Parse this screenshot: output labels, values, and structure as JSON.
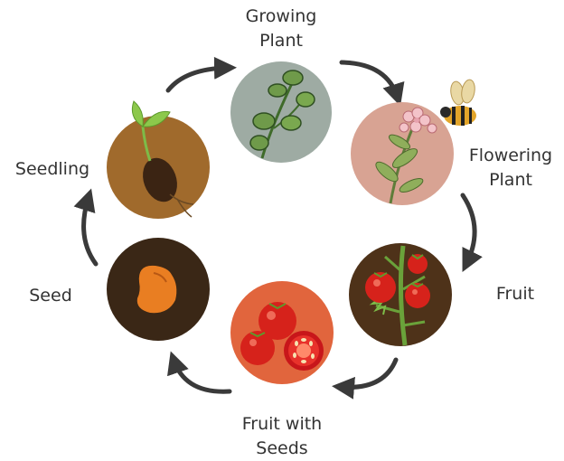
{
  "stages": {
    "growing_plant": {
      "line1": "Growing",
      "line2": "Plant",
      "circle_color": "#9eaba3"
    },
    "flowering_plant": {
      "line1": "Flowering",
      "line2": "Plant",
      "circle_color": "#d8a393"
    },
    "fruit": {
      "line1": "Fruit",
      "circle_color": "#4e3219"
    },
    "fruit_with_seeds": {
      "line1": "Fruit with",
      "line2": "Seeds",
      "circle_color": "#e1653d"
    },
    "seed": {
      "line1": "Seed",
      "circle_color": "#3a2716"
    },
    "seedling": {
      "line1": "Seedling",
      "circle_color": "#a06a2c"
    }
  },
  "colors": {
    "arrow": "#3a3a3a",
    "text": "#333333",
    "leaf_green": "#6aa23a",
    "tomato_red": "#d6221b",
    "seed_orange": "#e97e22"
  }
}
